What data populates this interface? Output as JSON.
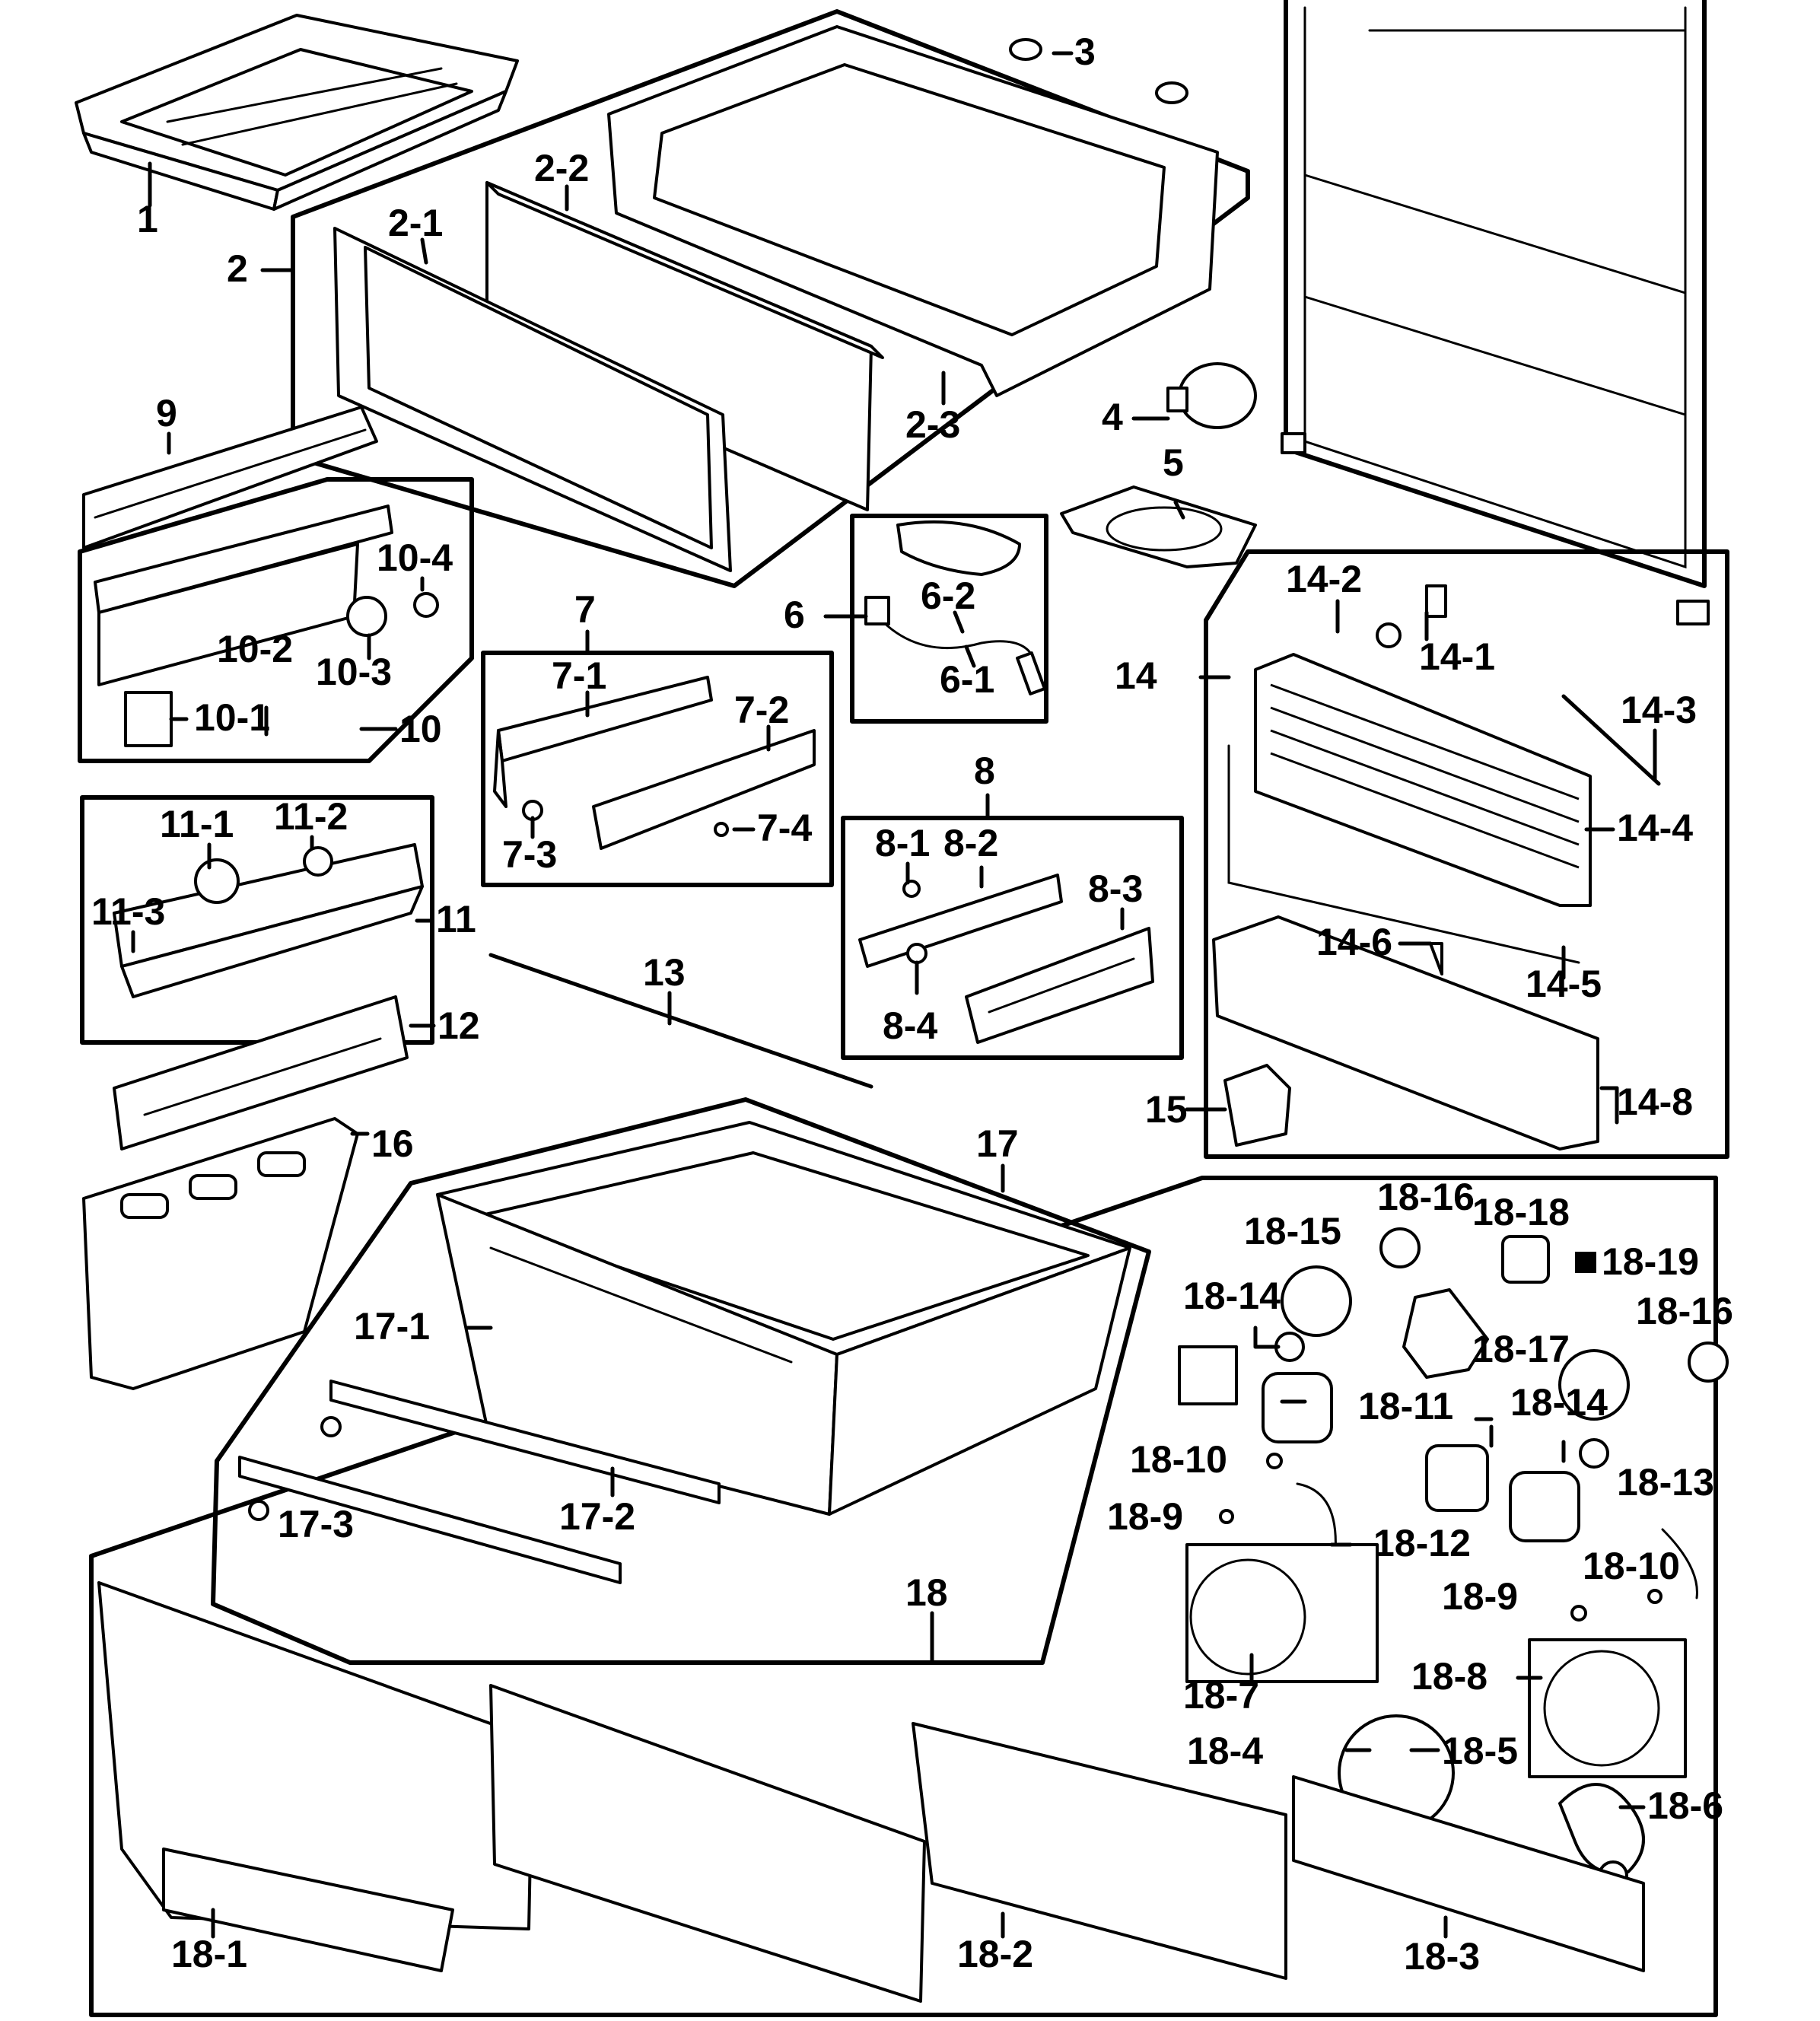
{
  "labels": {
    "l1": "1",
    "l2": "2",
    "l2_1": "2-1",
    "l2_2": "2-2",
    "l2_3": "2-3",
    "l3": "3",
    "l4": "4",
    "l5": "5",
    "l6": "6",
    "l6_1": "6-1",
    "l6_2": "6-2",
    "l7": "7",
    "l7_1": "7-1",
    "l7_2": "7-2",
    "l7_3": "7-3",
    "l7_4": "7-4",
    "l8": "8",
    "l8_1": "8-1",
    "l8_2": "8-2",
    "l8_3": "8-3",
    "l8_4": "8-4",
    "l9": "9",
    "l10": "10",
    "l10_1": "10-1",
    "l10_2": "10-2",
    "l10_3": "10-3",
    "l10_4": "10-4",
    "l11": "11",
    "l11_1": "11-1",
    "l11_2": "11-2",
    "l11_3": "11-3",
    "l12": "12",
    "l13": "13",
    "l14": "14",
    "l14_1": "14-1",
    "l14_2": "14-2",
    "l14_3": "14-3",
    "l14_4": "14-4",
    "l14_5": "14-5",
    "l14_6": "14-6",
    "l14_8": "14-8",
    "l15": "15",
    "l16": "16",
    "l17": "17",
    "l17_1": "17-1",
    "l17_2": "17-2",
    "l17_3": "17-3",
    "l18": "18",
    "l18_1": "18-1",
    "l18_2": "18-2",
    "l18_3": "18-3",
    "l18_4": "18-4",
    "l18_5": "18-5",
    "l18_6": "18-6",
    "l18_7": "18-7",
    "l18_8": "18-8",
    "l18_9a": "18-9",
    "l18_9b": "18-9",
    "l18_10a": "18-10",
    "l18_10b": "18-10",
    "l18_11": "18-11",
    "l18_12": "18-12",
    "l18_13": "18-13",
    "l18_14a": "18-14",
    "l18_14b": "18-14",
    "l18_15": "18-15",
    "l18_16a": "18-16",
    "l18_16b": "18-16",
    "l18_17": "18-17",
    "l18_18": "18-18",
    "l18_19": "18-19"
  }
}
